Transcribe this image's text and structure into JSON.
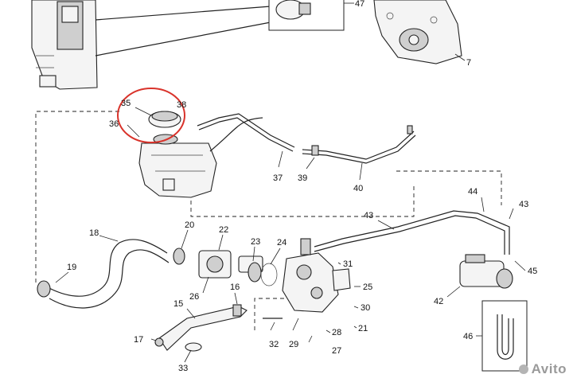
{
  "callouts": [
    "7",
    "15",
    "16",
    "17",
    "18",
    "19",
    "20",
    "21",
    "22",
    "23",
    "24",
    "25",
    "26",
    "27",
    "28",
    "29",
    "30",
    "31",
    "32",
    "33",
    "35",
    "36",
    "37",
    "38",
    "39",
    "40",
    "42",
    "43",
    "43",
    "44",
    "45",
    "46",
    "47"
  ],
  "highlight": {
    "color": "#d9332b",
    "target": "35"
  },
  "watermark": {
    "text": "Avito"
  },
  "colors": {
    "line": "#222222",
    "fill": "#f4f4f4",
    "highlight": "#d9332b"
  }
}
